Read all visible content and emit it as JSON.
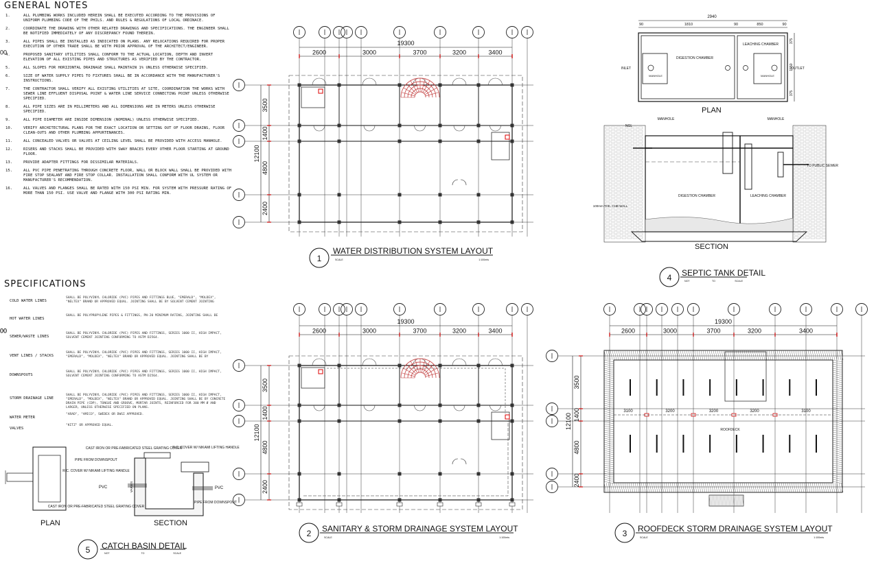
{
  "general_notes": {
    "title": "GENERAL NOTES",
    "items": [
      {
        "num": "1.",
        "text": "ALL PLUMBING WORKS INCLUDED HEREIN SHALL BE EXECUTED ACCORDING TO THE PROVISIONS OF UNIFORM PLUMBING CODE OF THE PHILS. AND RULES & REGULATIONS OF LOCAL ORDINACE."
      },
      {
        "num": "2.",
        "text": "COORDINATE THE DRAWING WITH OTHER RELATED DRAWINGS AND SPECIFICATIONS. THE ENGINEER SHALL BE NOTIFIED IMMEDIATELY OF ANY DISCREPANCY FOUND THEREIN."
      },
      {
        "num": "3.",
        "text": "ALL PIPES SHALL BE INSTALLED AS INDICATED ON PLANS. ANY RELOCATIONS REQUIRED FOR PROPER EXECUTION OF OTHER TRADE SHALL BE WITH PRIOR APPROVAL OF THE ARCHITECT/ENGINEER."
      },
      {
        "num": "4.",
        "text": "PROPOSED SANITARY UTILITIES SHALL CONFORM TO THE ACTUAL LOCATION, DEPTH AND INVERT ELEVATION OF ALL EXISTING PIPES AND STRUCTURES AS VERIFIED BY THE CONTRACTOR."
      },
      {
        "num": "5.",
        "text": "ALL SLOPES FOR HORIZONTAL DRAINAGE SHALL MAINTAIN 1% UNLESS OTHERWISE SPECIFIED."
      },
      {
        "num": "6.",
        "text": "SIZE OF WATER SUPPLY PIPES TO FIXTURES SHALL BE IN ACCORDANCE WITH THE MANUFACTURER'S INSTRUCTIONS."
      },
      {
        "num": "7.",
        "text": "THE CONTRACTOR SHALL VERIFY ALL EXISTING UTILITIES AT SITE, COORDINATION THE WORKS WITH SEWER LINE EFFLUENT DISPOSAL POINT & WATER LINE SERVICE CONNECTING POINT UNLESS OTHERWISE SPECIFIED."
      },
      {
        "num": "8.",
        "text": "ALL PIPE SIZES ARE IN MILLIMETERS AND ALL DIMENSIONS ARE IN METERS UNLESS OTHERWISE SPECIFIED."
      },
      {
        "num": "9.",
        "text": "ALL PIPE DIAMETER ARE INSIDE DIMENSION (NOMINAL) UNLESS OTHERWISE SPECIFIED."
      },
      {
        "num": "10.",
        "text": "VERIFY ARCHITECTURAL PLANS FOR THE EXACT LOCATION OR SETTING OUT OF FLOOR DRAINS, FLOOR CLEAN-OUTS AND OTHER PLUMBING APPURTENANCES."
      },
      {
        "num": "11.",
        "text": "ALL CONCEALED VALVES OR VALVES AT CEILING LEVEL SHALL BE PROVIDED WITH ACCESS MANHOLE."
      },
      {
        "num": "12.",
        "text": "RISERS AND STACKS SHALL BE PROVIDED WITH SWAY BRACES EVERY OTHER FLOOR STARTING AT GROUND FLOOR."
      },
      {
        "num": "13.",
        "text": "PROVIDE ADAPTER FITTINGS FOR DISSIMILAR MATERIALS."
      },
      {
        "num": "15.",
        "text": "ALL PVC PIPE PENETRATING THROUGH CONCRETE FLOOR, WALL OR BLOCK WALL SHALL BE PROVIDED WITH FIRE STOP SEALANT AND FIRE STOP COLLAR. INSTALLATION SHALL CONFORM WITH UL SYSTEM OR MANUFACTURER'S RECOMMENDATION."
      },
      {
        "num": "16.",
        "text": "ALL VALVES AND FLANGES SHALL BE RATED WITH 150 PSI MIN. FOR SYSTEM WITH PRESSURE RATING OF MORE THAN 150 PSI. USE VALVE AND FLANGE WITH 300 PSI RATING MIN."
      }
    ]
  },
  "specifications": {
    "title": "SPECIFICATIONS",
    "rows": [
      {
        "key": "COLD WATER LINES",
        "value": "SHALL BE POLYVINYL CHLORIDE (PVC) PIPES AND FITTINGS BLUE, \"EMERALD\", \"MOLDEX\", \"NELTEX\" BRAND OR APPROVED EQUAL. JOINTING SHALL BE BY SOLVENT CEMENT JOINTING"
      },
      {
        "key": "HOT WATER LINES",
        "value": "SHALL BE POLYPROPYLENE PIPES & FITTINGS, PN-20 MINIMUM RATING, JOINTING SHALL BE"
      },
      {
        "key": "SEWER/WASTE LINES",
        "value": "SHALL BE POLYVINYL CHLORIDE (PVC) PIPES AND FITTINGS, SERIES 1000 II, HIGH IMPACT, SOLVENT CEMENT JOINTING CONFORMING TO ASTM D2564."
      },
      {
        "key": "VENT LINES / STACKS",
        "value": "SHALL BE POLYVINYL CHLORIDE (PVC) PIPES AND FITTINGS, SERIES 1000 II, HIGH IMPACT, \"EMERALD\", \"MOLDEX\", \"NELTEX\" BRAND OR APPROVED EQUAL. JOINTING SHALL BE BY"
      },
      {
        "key": "DOWNSPOUTS",
        "value": "SHALL BE POLYVINYL CHLORIDE (PVC) PIPES AND FITTINGS, SERIES 1000 II, HIGH IMPACT, SOLVENT CEMENT JOINTING CONFORMING TO ASTM D2564."
      },
      {
        "key": "STORM DRAINAGE LINE",
        "value": "SHALL BE POLYVINYL CHLORIDE (PVC) PIPES AND FITTINGS, SERIES 1000 II, HIGH IMPACT, \"EMERALD\", \"MOLDEX\", \"NELTEX\" BRAND OR APPROVED EQUAL. JOINTING SHALL BE BY CONCRETE DRAIN PIPE (CDP), TONGUE AND GROOVE, MORTAR JOINTS, REINFORCED FOR 300 MM Ø AND LARGER, UNLESS OTHERWISE SPECIFIED ON PLANS."
      },
      {
        "key": "WATER METER",
        "value": "\"ARAD\", \"AMICO\", SWEDEX OR DWSI APPROVED."
      },
      {
        "key": "VALVES",
        "value": "\"KITZ\" OR APPROVED EQUAL."
      }
    ]
  },
  "drawings": {
    "water": {
      "num": "1",
      "title": "WATER DISTRIBUTION SYSTEM LAYOUT",
      "scale_left": "SCALE",
      "scale_right": "1:100mts"
    },
    "sanitary": {
      "num": "2",
      "title": "SANITARY & STORM DRAINAGE SYSTEM LAYOUT",
      "scale_left": "SCALE",
      "scale_right": "1:100mts"
    },
    "roof": {
      "num": "3",
      "title": "ROOFDECK STORM DRAINAGE SYSTEM LAYOUT",
      "scale_left": "SCALE",
      "scale_right": "1:100mts"
    },
    "septic": {
      "num": "4",
      "title": "SEPTIC TANK DETAIL",
      "scale_left": "NOT",
      "scale_mid": "TO",
      "scale_right": "SCALE"
    },
    "catch": {
      "num": "5",
      "title": "CATCH BASIN DETAIL",
      "scale_left": "NOT",
      "scale_mid": "TO",
      "scale_right": "SCALE"
    }
  },
  "grid": {
    "overall_width": "19300",
    "bays": [
      "2600",
      "3000",
      "3700",
      "3200",
      "3400",
      "3400"
    ],
    "overall_depth": "12100",
    "rows": [
      "3500",
      "1400",
      "4800",
      "2400"
    ],
    "roof_spans": [
      "3100",
      "3200",
      "3200",
      "3200",
      "3100"
    ]
  },
  "septic": {
    "overall": "2940",
    "dims_top": [
      "90",
      "1810",
      "90",
      "850",
      "90"
    ],
    "dims_side": [
      "375",
      "1550",
      "375"
    ],
    "plan_label": "PLAN",
    "section_label": "SECTION",
    "inlet": "INLET",
    "outlet": "OUTLET",
    "digestion": "DIGESTION CHAMBER",
    "leaching": "LEACHING CHAMBER",
    "manhole": "MANHOLE",
    "ngl": "NGL",
    "to_public": "TO PUBLIC SEWER",
    "wall": "100mm THK. CHB WALL",
    "leaching_section": "LEACHING CHAMBER",
    "digestion_section": "DIGESTION CHAMBER"
  },
  "catch_basin": {
    "plan_label": "PLAN",
    "section_label": "SECTION",
    "pipe_from": "PIPE FROM DOWNSPOUT",
    "rc_cover": "R.C. COVER W/ NIKAMI LIFTING HANDLE",
    "cast_iron": "CAST IRON OR PRE-FABRICATED STEEL GRATING COVER",
    "pvc": "PVC",
    "pipe_from_2": "PIPE FROM DOWNSPOUT",
    "varies": "VARIES"
  },
  "roof": {
    "label": "ROOFDECK"
  }
}
